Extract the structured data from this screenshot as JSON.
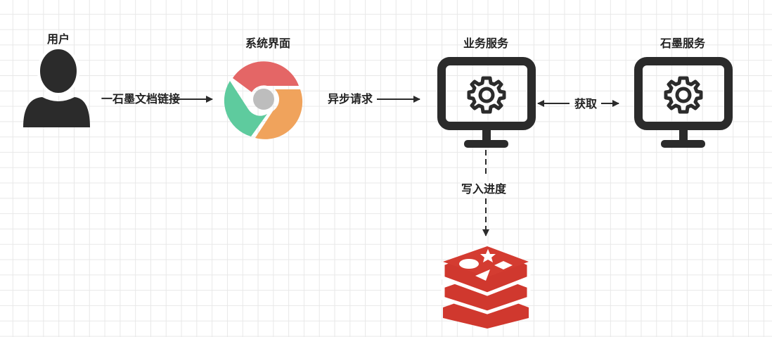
{
  "nodes": {
    "user": {
      "label": "用户"
    },
    "system_ui": {
      "label": "系统界面"
    },
    "business_service": {
      "label": "业务服务"
    },
    "shimo_service": {
      "label": "石墨服务"
    },
    "redis": {
      "icon": "redis-icon"
    }
  },
  "edges": {
    "user_to_ui": {
      "label": "一石墨文档链接"
    },
    "ui_to_business": {
      "label": "异步请求"
    },
    "business_shimo": {
      "label": "获取"
    },
    "business_to_redis": {
      "label": "写入进度"
    }
  },
  "colors": {
    "dark": "#2b2b2b",
    "chrome_red": "#e46666",
    "chrome_green": "#5ecb9e",
    "chrome_orange": "#f0a35c",
    "chrome_center": "#bdbdbd",
    "redis": "#d0382e"
  }
}
